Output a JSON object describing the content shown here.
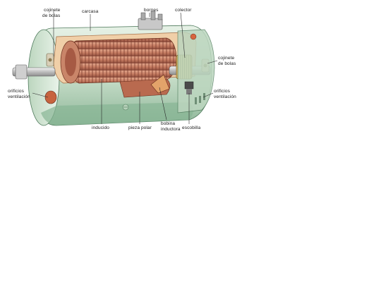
{
  "labels": {
    "cojinete_bolas_izq": "cojinete\nde bolas",
    "carcasa": "carcasa",
    "bornes": "bornes",
    "colector": "colector",
    "cojinete_bolas_der": "cojinete\nde bolas",
    "orificios_ventilacion_izq": "orificios\nventilación",
    "orificios_ventilacion_der": "orificios\nventilación",
    "inducido": "inducido",
    "pieza_polar": "pieza polar",
    "bobina_inductora": "bobina\ninductora",
    "escobilla": "escobilla"
  },
  "colors": {
    "housing": "#cfe3cf",
    "housing_dark": "#7fa98a",
    "winding": "#c9826a",
    "winding_dark": "#8a4a3a",
    "brass": "#d9b86a",
    "cutaway": "#e8b98c",
    "shaft": "#d8d8d8",
    "leader": "#2a2a2a"
  }
}
